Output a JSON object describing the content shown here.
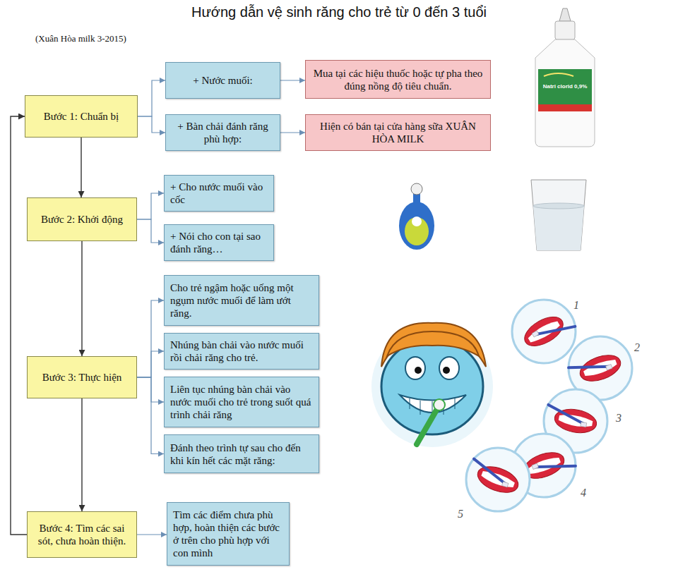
{
  "diagram": {
    "title": "Hướng dẫn vệ sinh răng cho trẻ từ 0 đến 3 tuổi",
    "nodes": [
      {
        "text": [
          "Bước 1: Chuẩn bị"
        ]
      },
      {
        "text": [
          "+ Nước muối:"
        ]
      },
      {
        "text": [
          "Mua tại các hiệu thuốc hoặc tự pha theo đúng nồng độ tiêu chuẩn."
        ]
      },
      {
        "text": [
          "+ Bàn chải đánh răng phù hợp:"
        ]
      },
      {
        "text": [
          "Hiện có bán tại cửa hàng sữa XUÂN HÒA MILK"
        ]
      },
      {
        "text": [
          "Bước 2: Khởi động"
        ]
      },
      {
        "text": [
          "+ Cho nước muối vào cốc"
        ]
      },
      {
        "text": [
          "+ Nói cho con tại sao đánh răng…"
        ]
      },
      {
        "text": [
          "Bước 3: Thực hiện"
        ]
      },
      {
        "text": [
          "Cho trẻ ngậm hoặc uống một ngụm nước muối để làm ướt răng."
        ]
      },
      {
        "text": [
          "Nhúng bàn chải vào nước muối rồi chải răng cho trẻ."
        ]
      },
      {
        "text": [
          "Liên tục nhúng bàn chải vào nước muối cho trẻ trong suốt quá trình chải răng"
        ]
      },
      {
        "text": [
          "Đánh theo trình tự sau cho đến khi kín hết các mặt răng:"
        ]
      },
      {
        "text": [
          "Bước 4: Tìm các sai sót, chưa hoàn thiện."
        ]
      },
      {
        "text": [
          "Tìm các điểm chưa phù hợp, hoàn thiện các bước ở trên cho phù hợp với con mình"
        ]
      }
    ],
    "edges": [
      {
        "from": 0,
        "to": 1,
        "arrow": "to"
      },
      {
        "from": 0,
        "to": 3,
        "arrow": "to"
      },
      {
        "from": 1,
        "to": 2,
        "arrow": "to"
      },
      {
        "from": 3,
        "to": 4,
        "arrow": "to"
      },
      {
        "from": 0,
        "to": 5,
        "arrow": "to"
      },
      {
        "from": 5,
        "to": 6,
        "arrow": "to"
      },
      {
        "from": 5,
        "to": 7,
        "arrow": "to"
      },
      {
        "from": 5,
        "to": 8,
        "arrow": "to"
      },
      {
        "from": 8,
        "to": 9,
        "arrow": "to"
      },
      {
        "from": 8,
        "to": 10,
        "arrow": "to"
      },
      {
        "from": 8,
        "to": 11,
        "arrow": "to"
      },
      {
        "from": 8,
        "to": 12,
        "arrow": "to"
      },
      {
        "from": 8,
        "to": 13,
        "arrow": "to"
      },
      {
        "from": 13,
        "to": 14,
        "arrow": "to"
      },
      {
        "from": 13,
        "to": 0,
        "arrow": "to"
      }
    ],
    "labels": [
      "(Xuân Hòa milk 3-2015)",
      "Natri clorid 0,9%",
      "1",
      "2",
      "3",
      "4",
      "5"
    ]
  }
}
